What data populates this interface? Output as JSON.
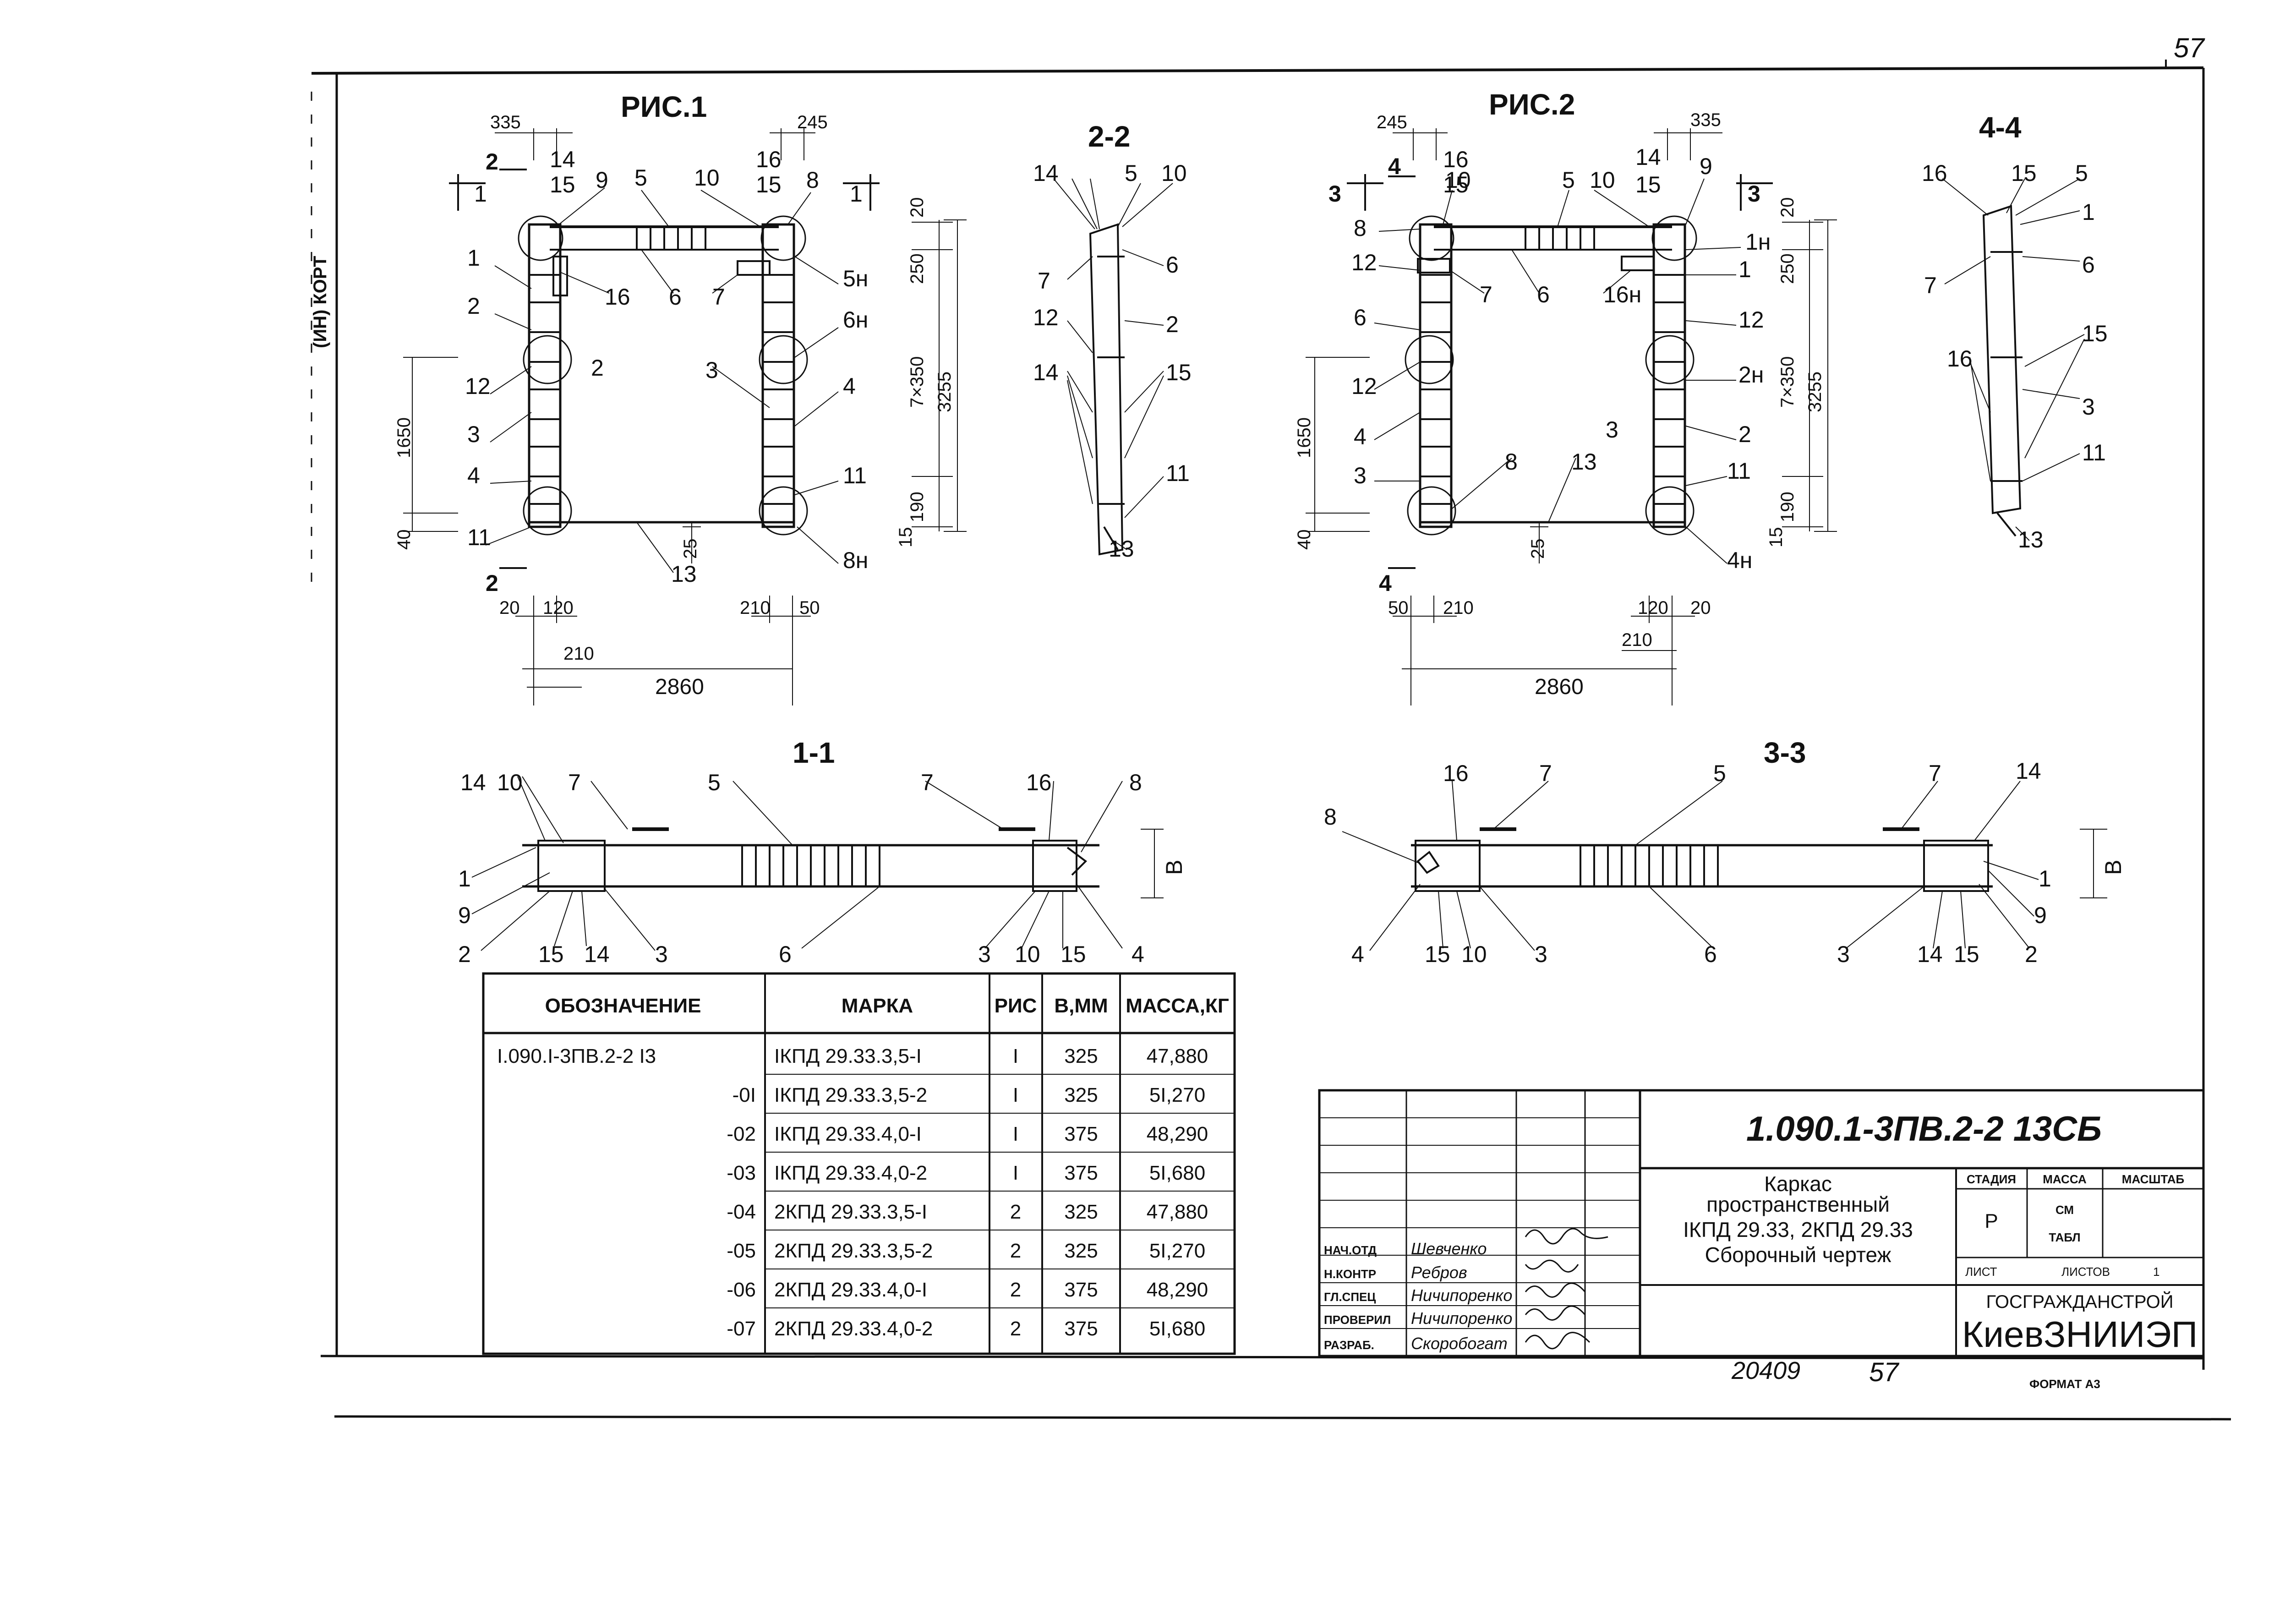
{
  "page_number": "57",
  "side_note": "(ИН) КОРТ",
  "figures": {
    "fig1": {
      "title": "РИС.1",
      "dims": {
        "d335": "335",
        "d245": "245",
        "d20": "20",
        "d250": "250",
        "d7x350": "7×350",
        "d3255": "3255",
        "d190": "190",
        "d15": "15",
        "d1650": "1650",
        "d40": "40",
        "d25": "25",
        "b20": "20",
        "b120": "120",
        "b210a": "210",
        "b210b": "210",
        "b50": "50",
        "w2860": "2860"
      },
      "section_marks": [
        "1",
        "1",
        "2",
        "2"
      ],
      "callouts": [
        "9",
        "5",
        "10",
        "8",
        "1",
        "16",
        "6",
        "7",
        "5н",
        "2",
        "2",
        "6н",
        "12",
        "3",
        "4",
        "3",
        "4",
        "11",
        "11",
        "13",
        "8н",
        "14",
        "15",
        "16",
        "15"
      ]
    },
    "fig2": {
      "title": "РИС.2",
      "dims": {
        "d245": "245",
        "d335": "335",
        "d20": "20",
        "d250": "250",
        "d7x350": "7×350",
        "d3255": "3255",
        "d190": "190",
        "d15": "15",
        "d1650": "1650",
        "d40": "40",
        "d25": "25",
        "b50": "50",
        "b210a": "210",
        "b120": "120",
        "b20": "20",
        "b210b": "210",
        "w2860": "2860"
      },
      "section_marks": [
        "3",
        "3",
        "4",
        "4"
      ],
      "callouts": [
        "8",
        "10",
        "5",
        "10",
        "9",
        "1н",
        "12",
        "7",
        "6",
        "16н",
        "1",
        "6",
        "12",
        "12",
        "2н",
        "4",
        "3",
        "2",
        "3",
        "8",
        "13",
        "11",
        "4н",
        "16",
        "15",
        "14",
        "15"
      ]
    },
    "sec22": {
      "title": "2-2",
      "callouts": [
        "14",
        "5",
        "10",
        "6",
        "7",
        "12",
        "2",
        "14",
        "15",
        "11",
        "13"
      ]
    },
    "sec44": {
      "title": "4-4",
      "callouts": [
        "16",
        "15",
        "5",
        "1",
        "6",
        "7",
        "15",
        "16",
        "3",
        "11",
        "13"
      ]
    },
    "sec11": {
      "title": "1-1",
      "dim_b": "В",
      "callouts": [
        "14",
        "10",
        "7",
        "5",
        "7",
        "16",
        "8",
        "1",
        "9",
        "2",
        "15",
        "14",
        "3",
        "6",
        "3",
        "10",
        "15",
        "4"
      ]
    },
    "sec33": {
      "title": "3-3",
      "dim_b": "В",
      "callouts": [
        "16",
        "7",
        "5",
        "7",
        "14",
        "8",
        "1",
        "9",
        "4",
        "15",
        "10",
        "3",
        "6",
        "3",
        "14",
        "15",
        "2"
      ]
    }
  },
  "spec_table": {
    "headers": [
      "ОБОЗНАЧЕНИЕ",
      "МАРКА",
      "РИС",
      "В,ММ",
      "МАССА,КГ"
    ],
    "rows": [
      [
        "I.090.I-3ПВ.2-2 I3",
        "IКПД 29.33.3,5-I",
        "I",
        "325",
        "47,880"
      ],
      [
        "-0I",
        "IКПД 29.33.3,5-2",
        "I",
        "325",
        "5I,270"
      ],
      [
        "-02",
        "IКПД 29.33.4,0-I",
        "I",
        "375",
        "48,290"
      ],
      [
        "-03",
        "IКПД 29.33.4,0-2",
        "I",
        "375",
        "5I,680"
      ],
      [
        "-04",
        "2КПД 29.33.3,5-I",
        "2",
        "325",
        "47,880"
      ],
      [
        "-05",
        "2КПД 29.33.3,5-2",
        "2",
        "325",
        "5I,270"
      ],
      [
        "-06",
        "2КПД 29.33.4,0-I",
        "2",
        "375",
        "48,290"
      ],
      [
        "-07",
        "2КПД 29.33.4,0-2",
        "2",
        "375",
        "5I,680"
      ]
    ]
  },
  "title_block": {
    "code": "1.090.1-3ПВ.2-2  13СБ",
    "name_lines": [
      "Каркас",
      "пространственный",
      "IКПД 29.33, 2КПД 29.33",
      "Сборочный чертеж"
    ],
    "stage_headers": [
      "СТАДИЯ",
      "МАССА",
      "МАСШТАБ"
    ],
    "stage": "Р",
    "mass_lines": [
      "СМ",
      "ТАБЛ"
    ],
    "sheet_label": "ЛИСТ",
    "sheets_label": "ЛИСТОВ",
    "sheets_value": "1",
    "org_line1": "ГОСГРАЖДАНСТРОЙ",
    "org_line2": "КиевЗНИИЭП",
    "signers": [
      {
        "role": "НАЧ.ОТД",
        "name": "Шевченко"
      },
      {
        "role": "Н.КОНТР",
        "name": "Ребров"
      },
      {
        "role": "ГЛ.СПЕЦ",
        "name": "Ничипоренко"
      },
      {
        "role": "ПРОВЕРИЛ",
        "name": "Ничипоренко"
      },
      {
        "role": "РАЗРАБ.",
        "name": "Скоробогат"
      }
    ]
  },
  "footer": {
    "inv_number": "20409",
    "page_number": "57",
    "format": "ФОРМАТ А3"
  }
}
